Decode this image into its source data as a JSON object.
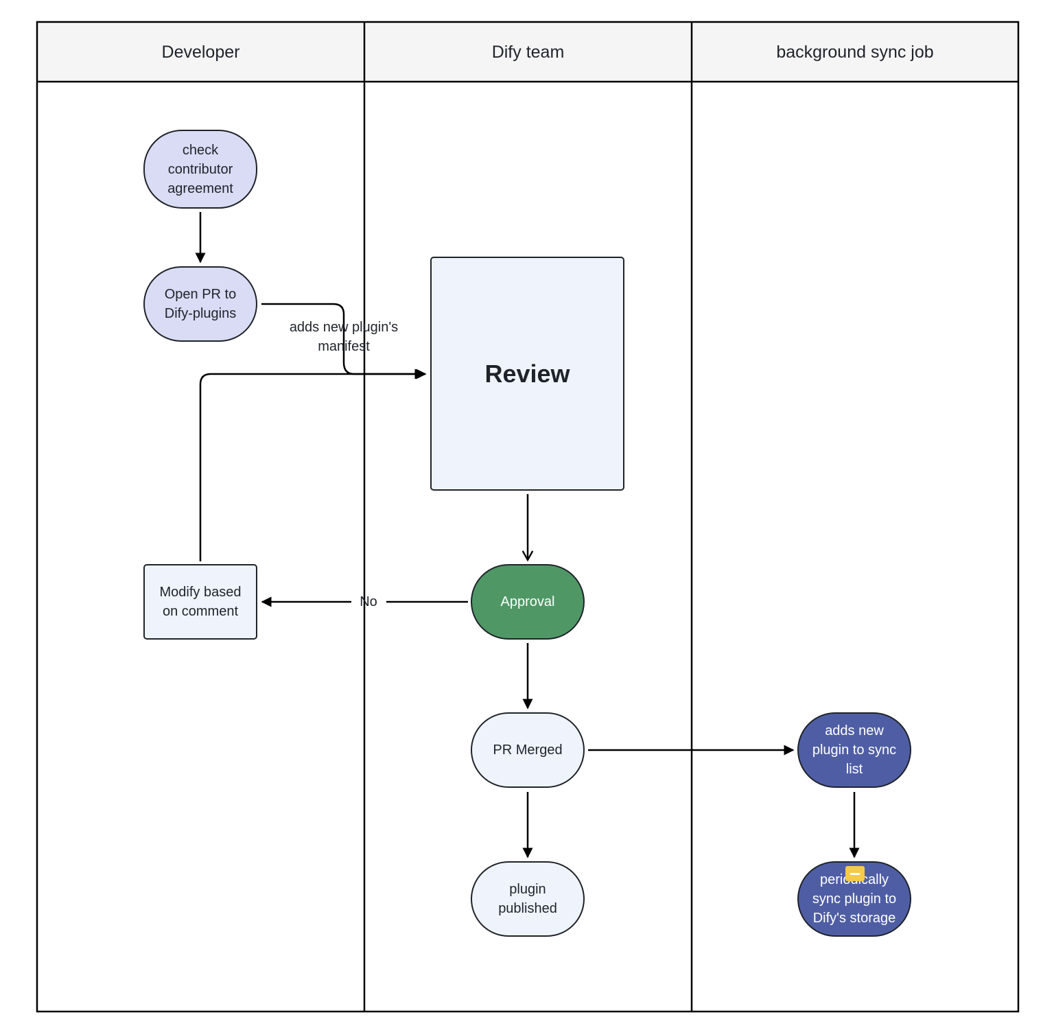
{
  "lanes": [
    {
      "label": "Developer"
    },
    {
      "label": "Dify team"
    },
    {
      "label": "background sync job"
    }
  ],
  "nodes": {
    "check_contributor": {
      "text": "check contributor agreement"
    },
    "open_pr": {
      "text": "Open PR to Dify-plugins"
    },
    "modify": {
      "text": "Modify based on comment"
    },
    "review": {
      "text": "Review"
    },
    "approval": {
      "text": "Approval"
    },
    "pr_merged": {
      "text": "PR Merged"
    },
    "plugin_published": {
      "text": "plugin published"
    },
    "add_sync_list": {
      "text": "adds new plugin to sync list"
    },
    "periodic_sync": {
      "text": "periodically sync plugin to Dify's storage"
    }
  },
  "edges": {
    "manifest_label": "adds new plugin's manifest",
    "no_label": "No"
  },
  "colors": {
    "lane_header_bg": "#f5f5f5",
    "lavender": "#d9dcf4",
    "pale": "#eff4fc",
    "green": "#4f9866",
    "navy": "#4f5ea4",
    "comment": "#f5c94a"
  },
  "icons": {
    "comment": "comment-icon"
  }
}
